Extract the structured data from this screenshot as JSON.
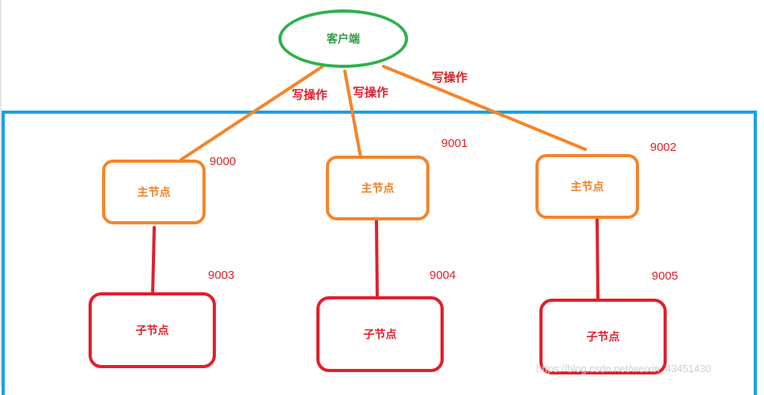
{
  "client": {
    "label": "客户端"
  },
  "write_labels": [
    "写操作",
    "写操作",
    "写操作"
  ],
  "masters": [
    {
      "label": "主节点",
      "port": "9000"
    },
    {
      "label": "主节点",
      "port": "9001"
    },
    {
      "label": "主节点",
      "port": "9002"
    }
  ],
  "children": [
    {
      "label": "子节点",
      "port": "9003"
    },
    {
      "label": "子节点",
      "port": "9004"
    },
    {
      "label": "子节点",
      "port": "9005"
    }
  ],
  "watermark": "https://blog.csdn.net/weixin_43451430",
  "colors": {
    "client_border": "#2db24a",
    "master_border": "#f5842a",
    "child_border": "#e0202a",
    "cluster_border": "#1ba1e2",
    "write_line": "#f5842a",
    "child_line": "#e0202a"
  }
}
